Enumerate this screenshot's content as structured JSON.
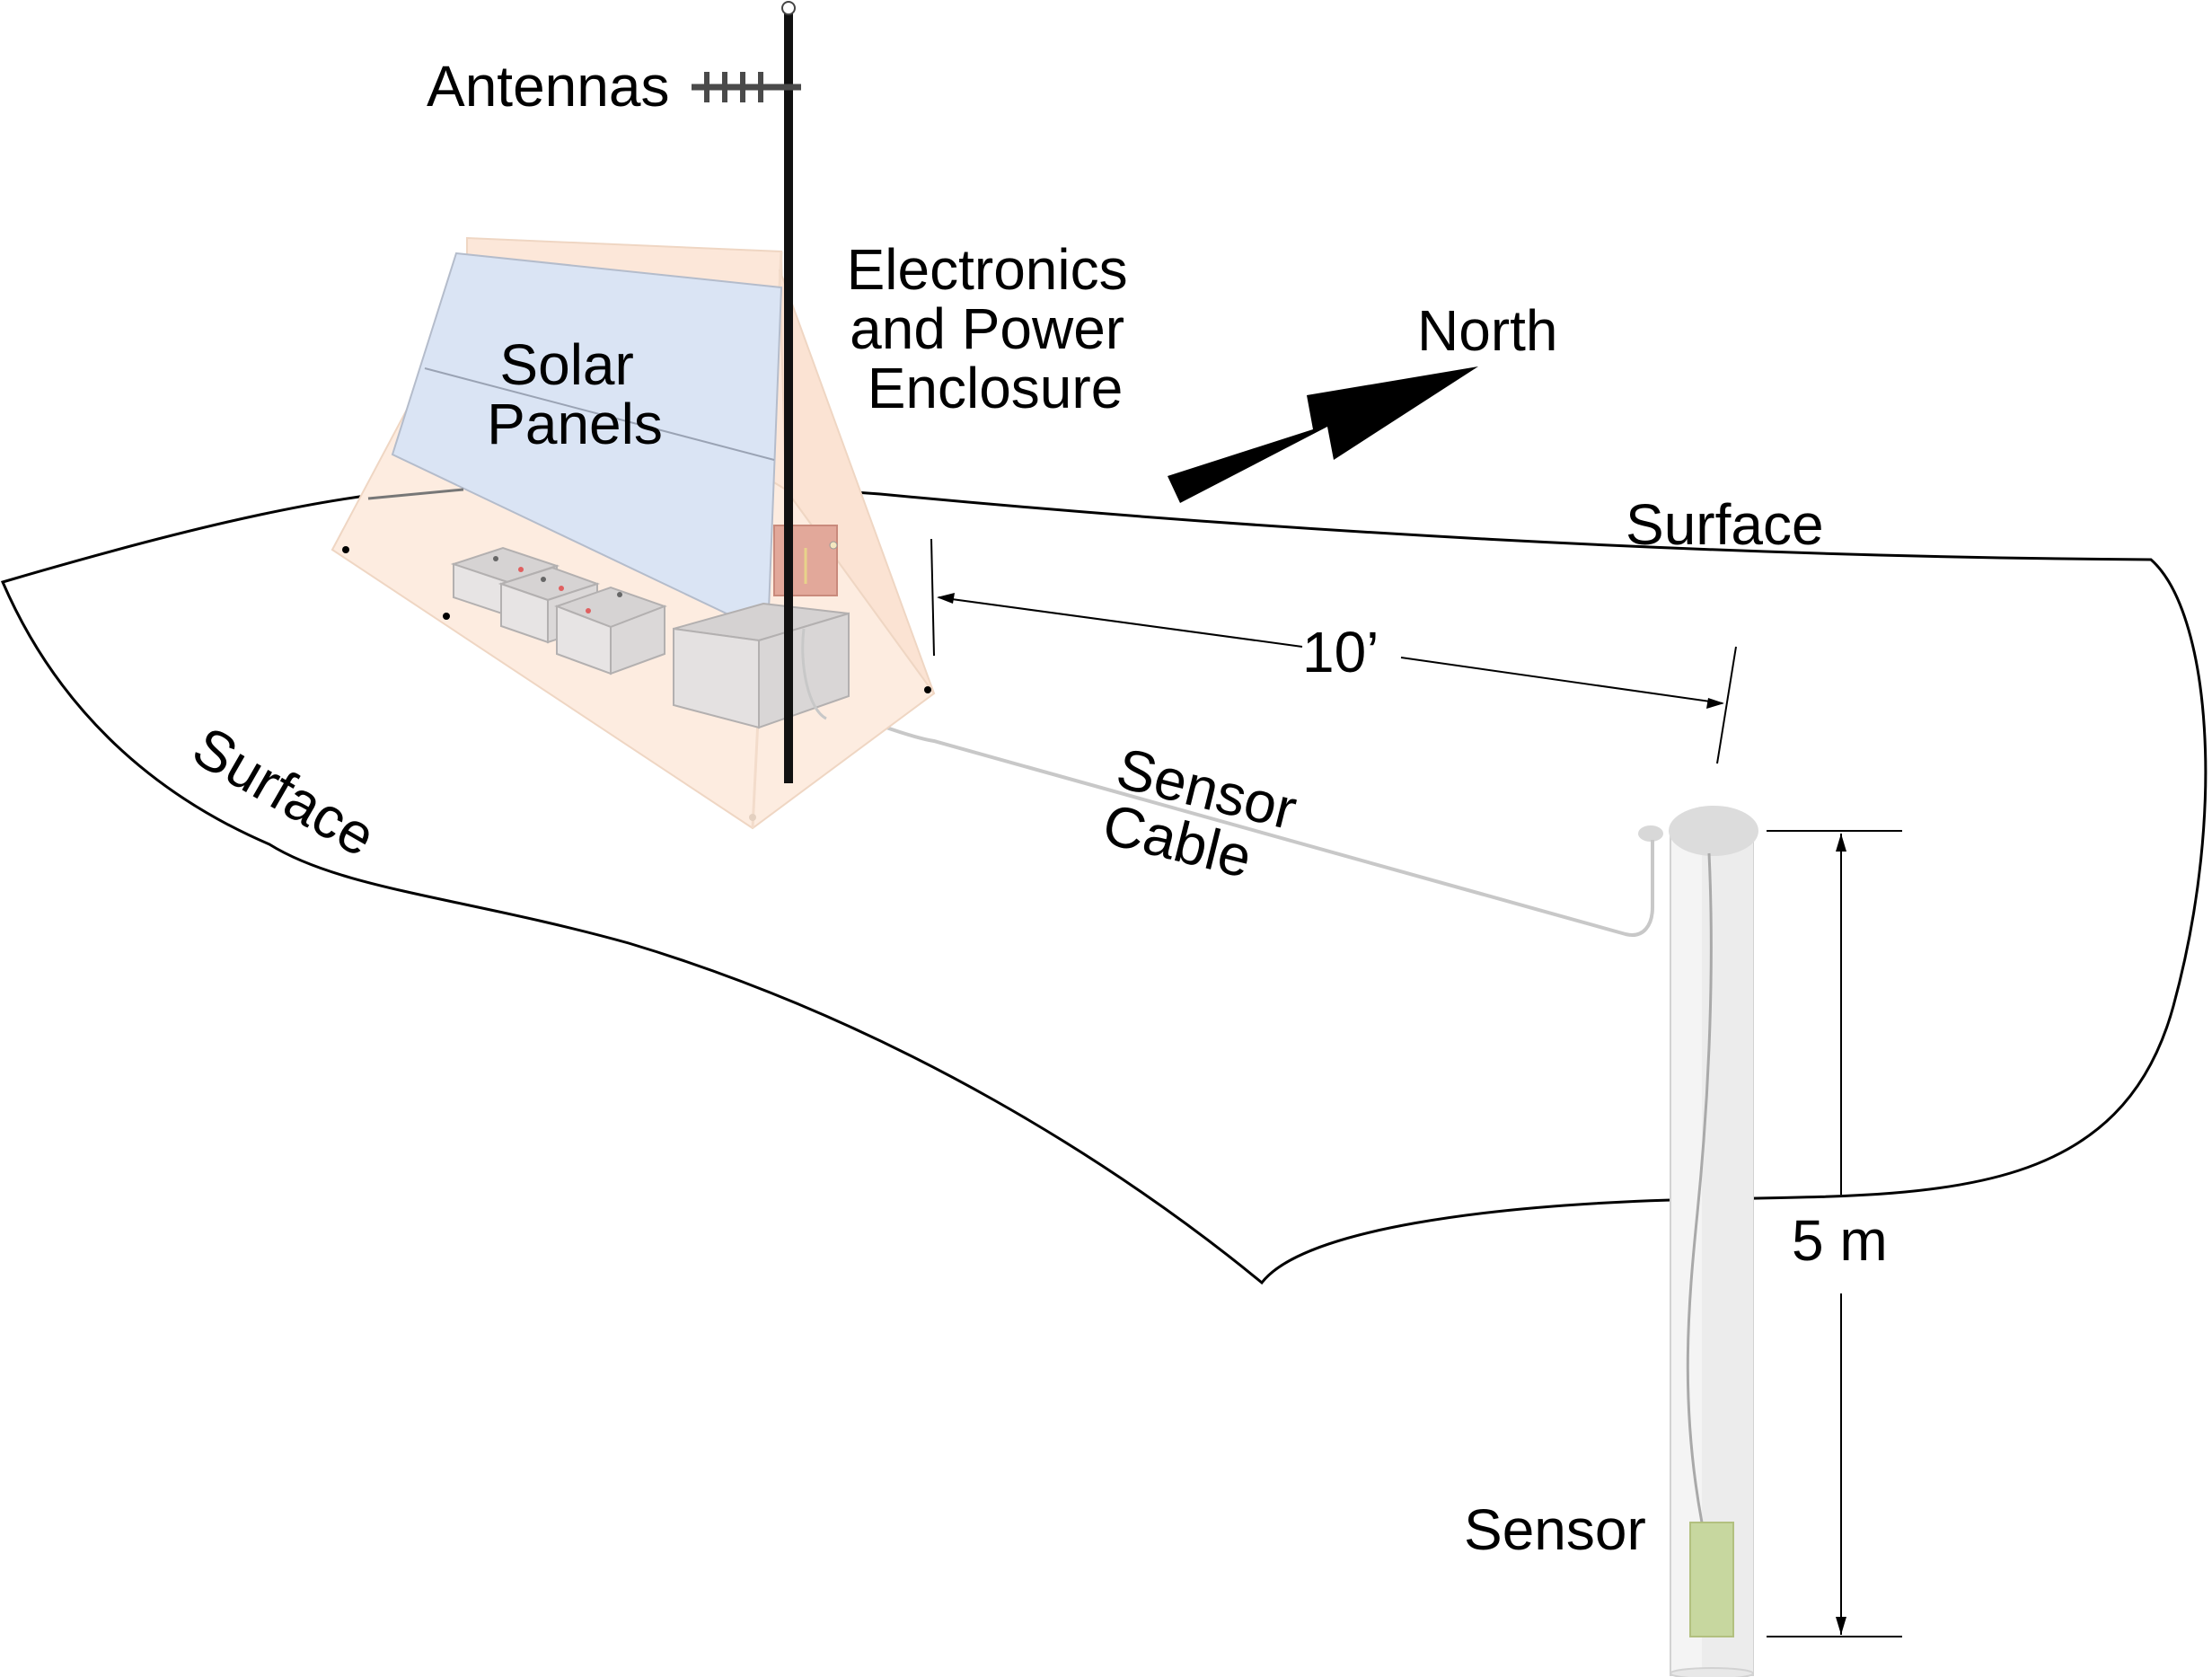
{
  "labels": {
    "antennas": "Antennas",
    "solar_panels": [
      "Solar",
      "Panels"
    ],
    "electronics": [
      "Electronics",
      "and Power",
      "Enclosure"
    ],
    "north": "North",
    "surface_right": "Surface",
    "surface_left": "Surface",
    "distance": "10’",
    "sensor_cable": [
      "Sensor",
      "Cable"
    ],
    "depth": "5 m",
    "sensor": "Sensor"
  },
  "colors": {
    "panel_blue": "#dae4f4",
    "frame_peach": "#fdece0",
    "enclosure_red": "#e2a89a",
    "sensor_green": "#c7d79f",
    "box_gray": "#e4e1e1",
    "arrow_black": "#000000"
  },
  "icons": {
    "north_arrow": "arrow-icon",
    "antenna": "antenna-icon"
  }
}
